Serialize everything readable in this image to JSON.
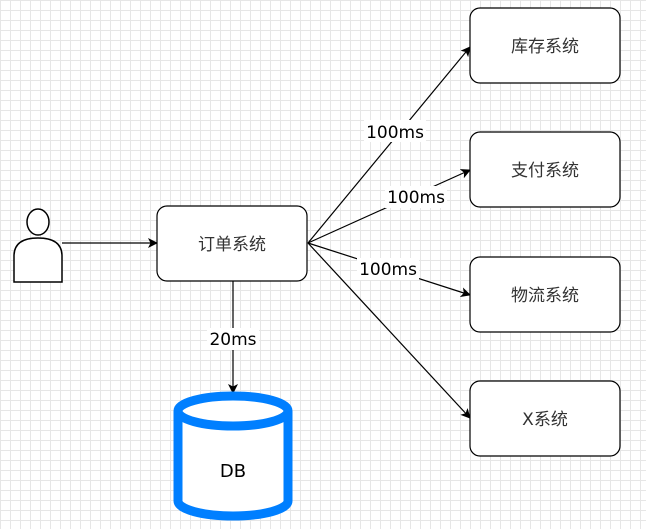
{
  "nodes": {
    "order": "订单系统",
    "inventory": "库存系统",
    "payment": "支付系统",
    "logistics": "物流系统",
    "x": "X系统",
    "database": "DB"
  },
  "edges": {
    "order_to_inventory": "100ms",
    "order_to_payment": "100ms",
    "order_to_logistics": "100ms",
    "order_to_db": "20ms"
  },
  "colors": {
    "database": "#007FFF",
    "stroke": "#000000"
  }
}
